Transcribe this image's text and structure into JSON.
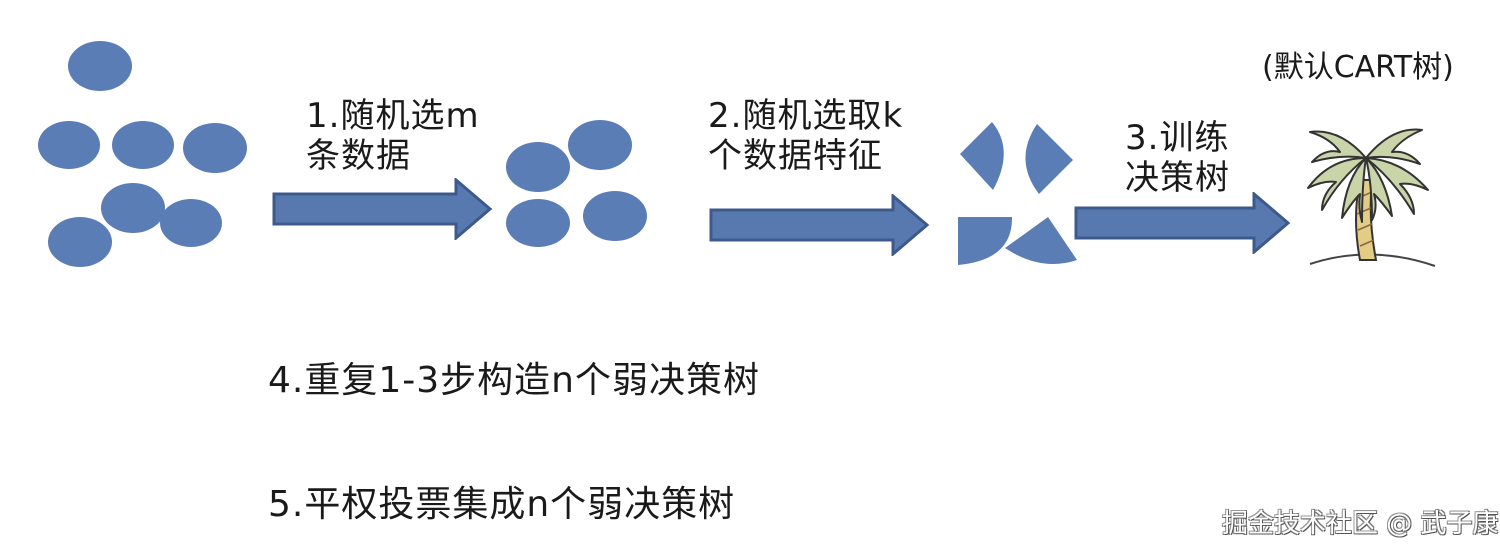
{
  "colors": {
    "shape_fill": "#5B7DB5",
    "arrow_fill": "#5879B0",
    "arrow_stroke": "#3E5A8C",
    "text": "#1a1a1a",
    "leaf": "#C9D4A8",
    "trunk": "#E2CC86"
  },
  "steps": [
    {
      "id": 1,
      "lines": [
        "1.随机选m",
        "条数据"
      ]
    },
    {
      "id": 2,
      "lines": [
        "2.随机选取k",
        "个数据特征"
      ]
    },
    {
      "id": 3,
      "lines": [
        "3.训练",
        "决策树"
      ]
    }
  ],
  "tree_note": "(默认CART树)",
  "tree_icon": "palm-tree-icon",
  "bottom_steps": [
    "4.重复1-3步构造n个弱决策树",
    "5.平权投票集成n个弱决策树"
  ],
  "watermark": "掘金技术社区 @ 武子康"
}
